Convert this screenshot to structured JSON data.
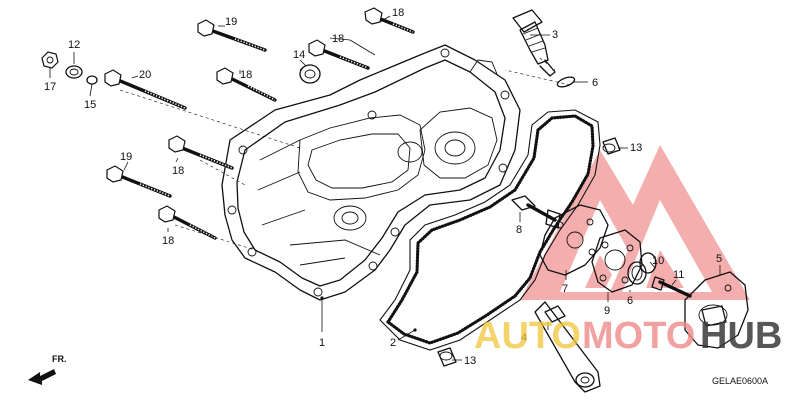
{
  "diagram": {
    "drawing_code": "GELAE0600A",
    "front_marker": "FR.",
    "parts": [
      {
        "id": "p1",
        "label": "1"
      },
      {
        "id": "p2",
        "label": "2"
      },
      {
        "id": "p3",
        "label": "3"
      },
      {
        "id": "p4",
        "label": "4"
      },
      {
        "id": "p5",
        "label": "5"
      },
      {
        "id": "p6a",
        "label": "6"
      },
      {
        "id": "p6b",
        "label": "6"
      },
      {
        "id": "p7",
        "label": "7"
      },
      {
        "id": "p8",
        "label": "8"
      },
      {
        "id": "p9",
        "label": "9"
      },
      {
        "id": "p10",
        "label": "10"
      },
      {
        "id": "p11",
        "label": "11"
      },
      {
        "id": "p12",
        "label": "12"
      },
      {
        "id": "p13a",
        "label": "13"
      },
      {
        "id": "p13b",
        "label": "13"
      },
      {
        "id": "p14",
        "label": "14"
      },
      {
        "id": "p15",
        "label": "15"
      },
      {
        "id": "p17",
        "label": "17"
      },
      {
        "id": "p18a",
        "label": "18"
      },
      {
        "id": "p18b",
        "label": "18"
      },
      {
        "id": "p18c",
        "label": "18"
      },
      {
        "id": "p18d",
        "label": "18"
      },
      {
        "id": "p18e",
        "label": "18"
      },
      {
        "id": "p19a",
        "label": "19"
      },
      {
        "id": "p19b",
        "label": "19"
      },
      {
        "id": "p20",
        "label": "20"
      }
    ]
  },
  "watermark": {
    "brand_part1": "AUTO",
    "brand_part2": "MOTO",
    "brand_part3": "HUB",
    "colors": {
      "logo_red": "#f08a8a",
      "auto_yellow": "#f2c53a",
      "moto_red": "#f08a8a",
      "hub_dark": "#3a3a3a"
    }
  }
}
